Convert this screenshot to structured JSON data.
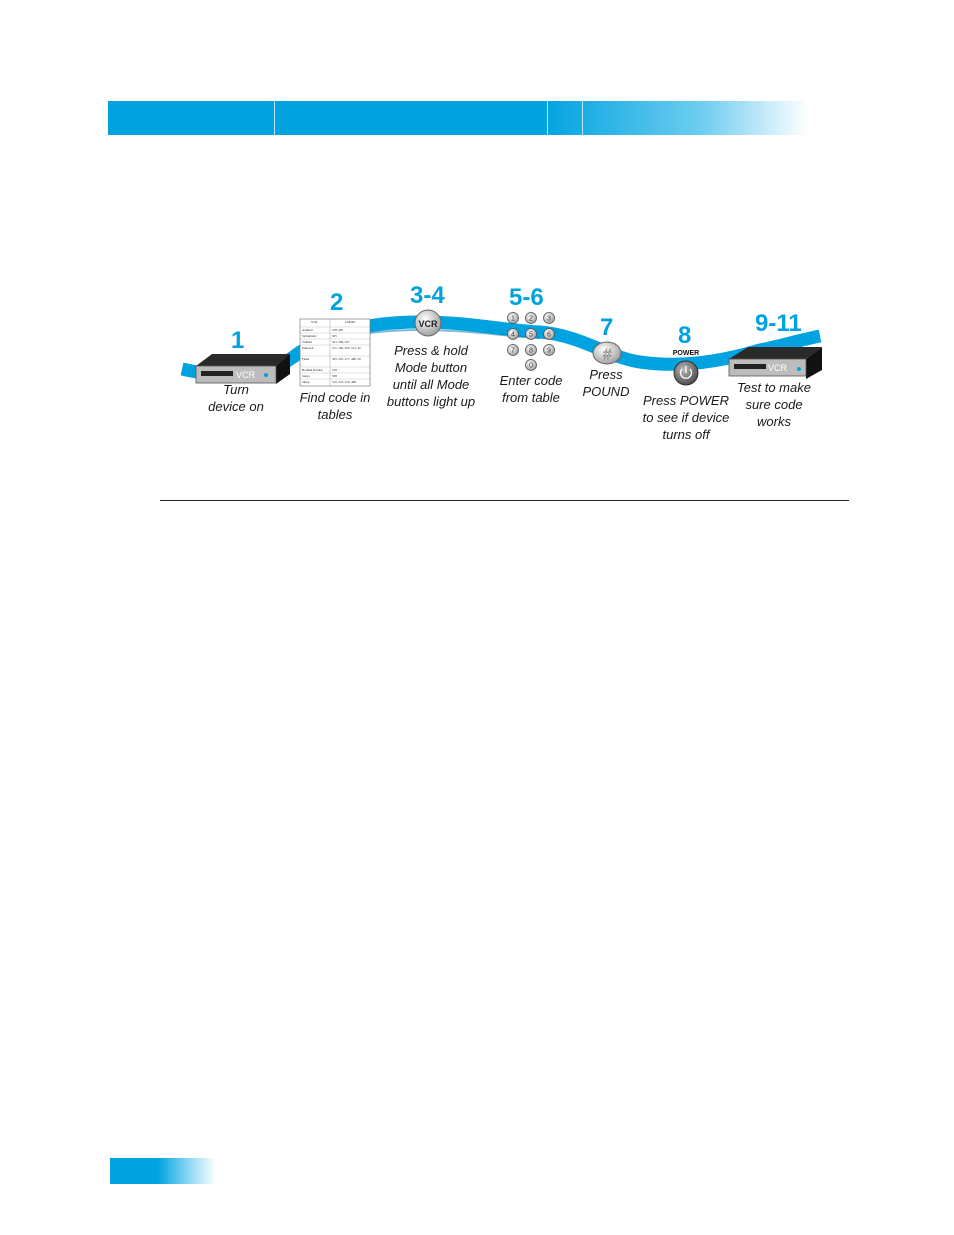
{
  "steps": [
    {
      "num": "1",
      "caption": [
        "Turn",
        "device on"
      ]
    },
    {
      "num": "2",
      "caption": [
        "Find code in",
        "tables"
      ]
    },
    {
      "num": "3-4",
      "caption": [
        "Press & hold",
        "Mode button",
        "until all Mode",
        "buttons light up"
      ]
    },
    {
      "num": "5-6",
      "caption": [
        "Enter code",
        "from table"
      ]
    },
    {
      "num": "7",
      "caption": [
        "Press",
        "POUND"
      ]
    },
    {
      "num": "8",
      "caption": [
        "Press POWER",
        "to see if device",
        "turns off"
      ]
    },
    {
      "num": "9-11",
      "caption": [
        "Test to make",
        "sure code",
        "works"
      ]
    }
  ],
  "vcr_label": "VCR",
  "mode_button_label": "VCR",
  "pound_symbol": "#",
  "power_label": "POWER",
  "keypad_digits": [
    "1",
    "2",
    "3",
    "4",
    "5",
    "6",
    "7",
    "8",
    "9",
    "0"
  ],
  "code_table": {
    "headers": [
      "VCR",
      "CODES"
    ],
    "rows": [
      [
        "Admiral",
        "478, 487"
      ],
      [
        "Symphonic",
        "505"
      ],
      [
        "Toshiba",
        "501, 599, 637"
      ],
      [
        "Emerson",
        "511, 596, 503, 513, 421, 427, 475, 476, 493, 497, 563, 567"
      ],
      [
        "Funai",
        "505, 507, 477, 480, 501, 509"
      ],
      [
        "Harman Kardon",
        "518"
      ],
      [
        "Sanyo",
        "508"
      ],
      [
        "Sharp",
        "516, 475, 479, 480"
      ]
    ]
  },
  "colors": {
    "accent": "#00a3e0",
    "text": "#1a1a1a"
  }
}
